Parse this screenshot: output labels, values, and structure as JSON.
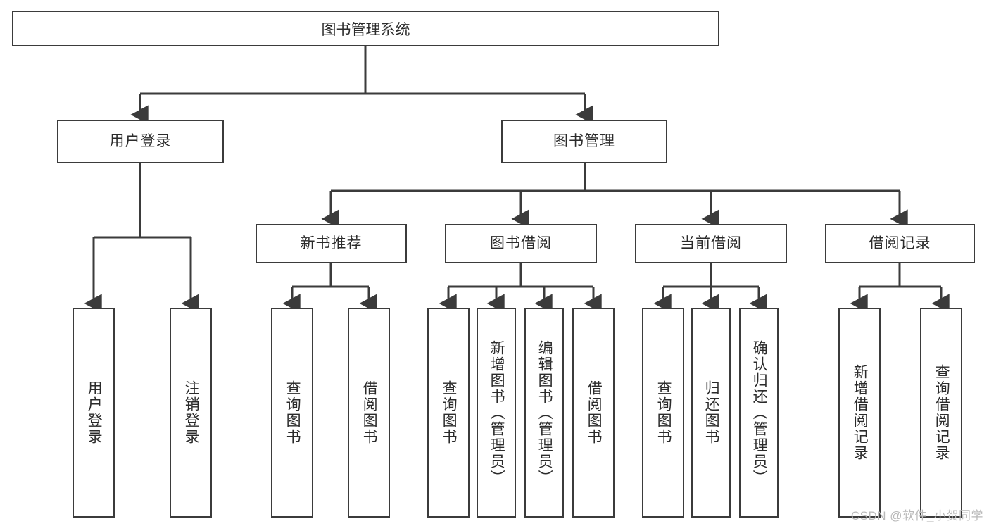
{
  "diagram": {
    "title": "图书管理系统",
    "type": "tree",
    "watermark": "CSDN @软件_小贺同学",
    "colors": {
      "stroke": "#3b3b3b",
      "text": "#2b2b2b",
      "background": "#ffffff",
      "watermark": "#b9b9b9"
    },
    "levels": {
      "root": {
        "label": "图书管理系统"
      },
      "level2": [
        {
          "label": "用户登录"
        },
        {
          "label": "图书管理"
        }
      ],
      "level3": [
        {
          "label": "新书推荐"
        },
        {
          "label": "图书借阅"
        },
        {
          "label": "当前借阅"
        },
        {
          "label": "借阅记录"
        }
      ],
      "leaves": {
        "user_login": [
          {
            "label": "用户登录"
          },
          {
            "label": "注销登录"
          }
        ],
        "new_book_recommend": [
          {
            "label": "查询图书"
          },
          {
            "label": "借阅图书"
          }
        ],
        "book_borrow": [
          {
            "label": "查询图书"
          },
          {
            "label": "新增图书（管理员）"
          },
          {
            "label": "编辑图书（管理员）"
          },
          {
            "label": "借阅图书"
          }
        ],
        "current_borrow": [
          {
            "label": "查询图书"
          },
          {
            "label": "归还图书"
          },
          {
            "label": "确认归还（管理员）"
          }
        ],
        "borrow_records": [
          {
            "label": "新增借阅记录"
          },
          {
            "label": "查询借阅记录"
          }
        ]
      }
    }
  }
}
